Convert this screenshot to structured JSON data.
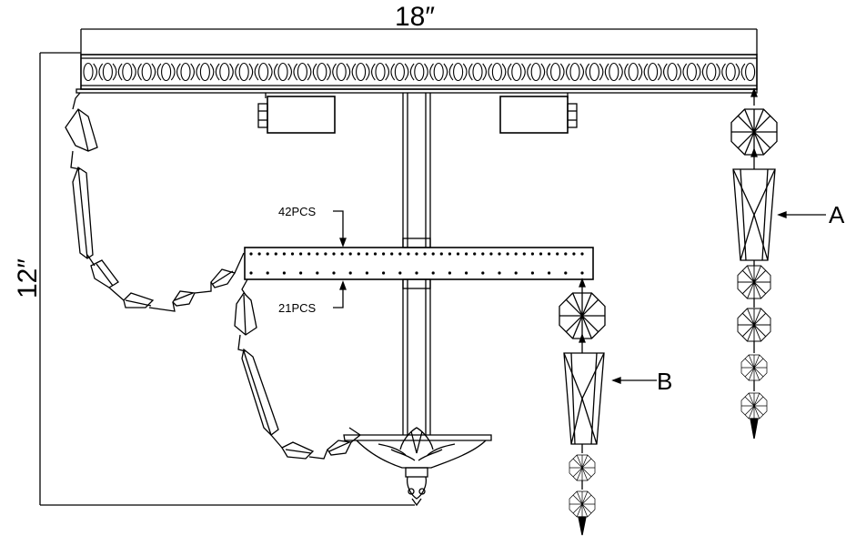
{
  "dimensions": {
    "width_label": "18″",
    "height_label": "12″"
  },
  "callouts": {
    "upper_holes": "42PCS",
    "lower_holes": "21PCS"
  },
  "pendants": {
    "a": "A",
    "b": "B"
  }
}
